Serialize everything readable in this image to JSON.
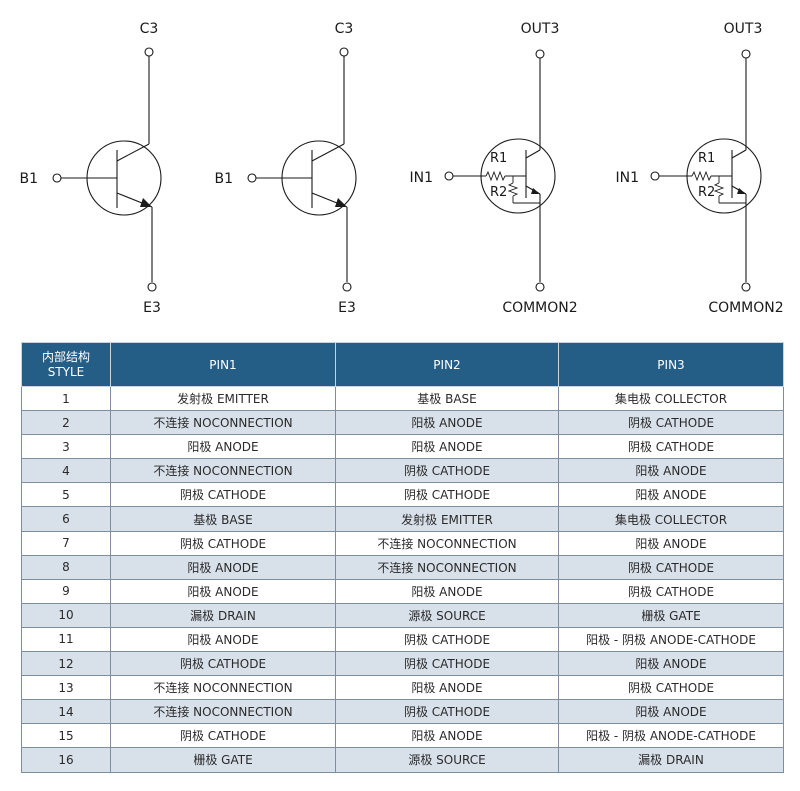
{
  "symbols": [
    {
      "top": "C3",
      "left": "B1",
      "bottom": "E3",
      "kind": "npn"
    },
    {
      "top": "C3",
      "left": "B1",
      "bottom": "E3",
      "kind": "npn"
    },
    {
      "top": "OUT3",
      "left": "IN1",
      "bottom": "COMMON2",
      "r1": "R1",
      "r2": "R2",
      "kind": "digital"
    },
    {
      "top": "OUT3",
      "left": "IN1",
      "bottom": "COMMON2",
      "r1": "R1",
      "r2": "R2",
      "kind": "digital"
    }
  ],
  "table": {
    "header": {
      "style_cn": "内部结构",
      "style_en": "STYLE",
      "pin1": "PIN1",
      "pin2": "PIN2",
      "pin3": "PIN3"
    },
    "rows": [
      {
        "style": "1",
        "pin1": "发射极 EMITTER",
        "pin2": "基极 BASE",
        "pin3": "集电极 COLLECTOR"
      },
      {
        "style": "2",
        "pin1": "不连接 NOCONNECTION",
        "pin2": "阳极 ANODE",
        "pin3": "阴极 CATHODE"
      },
      {
        "style": "3",
        "pin1": "阳极 ANODE",
        "pin2": "阳极 ANODE",
        "pin3": "阴极 CATHODE"
      },
      {
        "style": "4",
        "pin1": "不连接 NOCONNECTION",
        "pin2": "阴极 CATHODE",
        "pin3": "阳极 ANODE"
      },
      {
        "style": "5",
        "pin1": "阴极 CATHODE",
        "pin2": "阴极 CATHODE",
        "pin3": "阳极 ANODE"
      },
      {
        "style": "6",
        "pin1": "基极 BASE",
        "pin2": "发射极 EMITTER",
        "pin3": "集电极 COLLECTOR"
      },
      {
        "style": "7",
        "pin1": "阴极 CATHODE",
        "pin2": "不连接 NOCONNECTION",
        "pin3": "阳极 ANODE"
      },
      {
        "style": "8",
        "pin1": "阳极 ANODE",
        "pin2": "不连接 NOCONNECTION",
        "pin3": "阴极 CATHODE"
      },
      {
        "style": "9",
        "pin1": "阳极 ANODE",
        "pin2": "阳极 ANODE",
        "pin3": "阴极 CATHODE"
      },
      {
        "style": "10",
        "pin1": "漏极 DRAIN",
        "pin2": "源极 SOURCE",
        "pin3": "栅极 GATE"
      },
      {
        "style": "11",
        "pin1": "阳极 ANODE",
        "pin2": "阴极 CATHODE",
        "pin3": "阳极 - 阴极 ANODE-CATHODE"
      },
      {
        "style": "12",
        "pin1": "阴极 CATHODE",
        "pin2": "阴极 CATHODE",
        "pin3": "阳极 ANODE"
      },
      {
        "style": "13",
        "pin1": "不连接 NOCONNECTION",
        "pin2": "阳极 ANODE",
        "pin3": "阴极 CATHODE"
      },
      {
        "style": "14",
        "pin1": "不连接 NOCONNECTION",
        "pin2": "阴极 CATHODE",
        "pin3": "阳极 ANODE"
      },
      {
        "style": "15",
        "pin1": "阴极 CATHODE",
        "pin2": "阳极 ANODE",
        "pin3": "阳极 - 阴极 ANODE-CATHODE"
      },
      {
        "style": "16",
        "pin1": "栅极 GATE",
        "pin2": "源极 SOURCE",
        "pin3": "漏极 DRAIN"
      }
    ]
  }
}
